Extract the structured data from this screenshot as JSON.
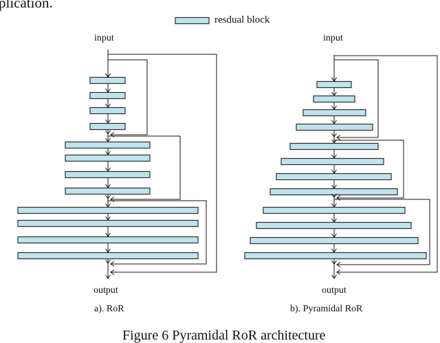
{
  "fragments": {
    "top_text": "plication.",
    "figure_caption": "Figure 6 Pyramidal RoR architecture"
  },
  "legend": {
    "label": "resdual block",
    "block_color": "#bfe3ec",
    "block_border": "#2a2a2a"
  },
  "diagram_a": {
    "input_label": "input",
    "output_label": "output",
    "caption": "a). RoR"
  },
  "diagram_b": {
    "input_label": "input",
    "output_label": "output",
    "caption": "b). Pyramidal RoR"
  },
  "colors": {
    "line": "#111111",
    "block_fill": "#bfe3ec",
    "block_border": "#2a2a2a"
  }
}
